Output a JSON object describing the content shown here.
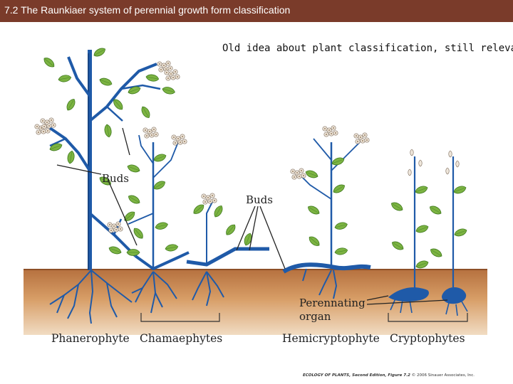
{
  "header": {
    "title": "7.2  The Raunkiaer system of perennial growth form classification"
  },
  "subtitle": "Old idea about plant classification, still relevant",
  "labels": {
    "buds_left": "Buds",
    "buds_right": "Buds",
    "perennating_line1": "Perennating",
    "perennating_line2": "organ"
  },
  "categories": [
    "Phanerophyte",
    "Chamaephytes",
    "Hemicryptophyte",
    "Cryptophytes"
  ],
  "credit": {
    "book": "ECOLOGY OF PLANTS, Second Edition, Figure 7.2",
    "rest": " © 2006 Sinauer Associates, Inc."
  },
  "colors": {
    "header_bg": "#7a3b2a",
    "stem": "#1f5aa8",
    "leaf": "#7cb342",
    "soil": "#c98a52",
    "flower": "#efe7dc"
  }
}
